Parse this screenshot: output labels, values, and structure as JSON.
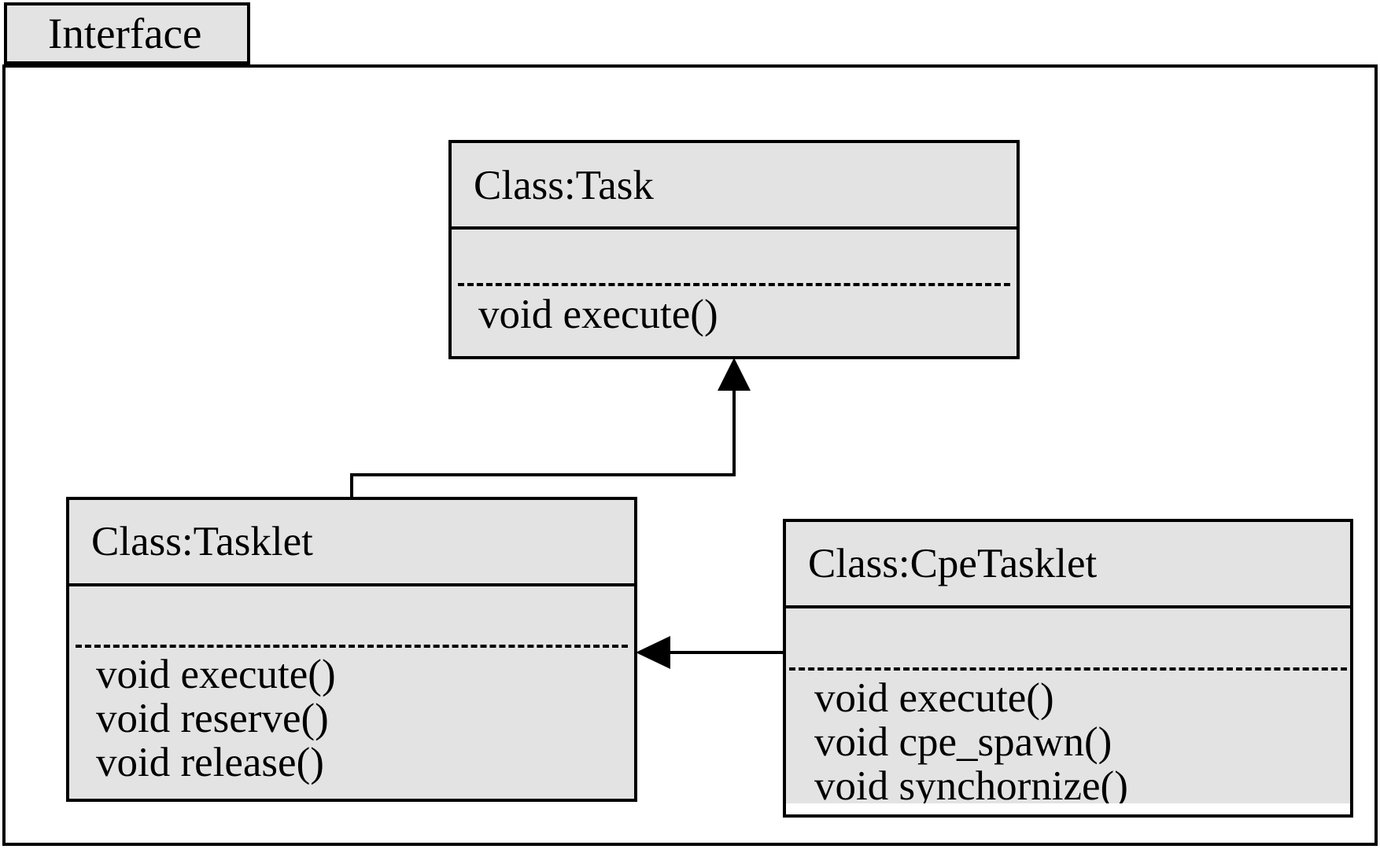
{
  "package": {
    "name": "Interface"
  },
  "classes": {
    "task": {
      "title": "Class:Task",
      "methods": [
        "void execute()"
      ]
    },
    "tasklet": {
      "title": "Class:Tasklet",
      "methods": [
        "void execute()",
        "void reserve()",
        "void release()"
      ]
    },
    "cpetasklet": {
      "title": "Class:CpeTasklet",
      "methods": [
        "void execute()",
        "void cpe_spawn()",
        "void synchornize()"
      ]
    }
  },
  "relations": [
    {
      "from": "tasklet",
      "to": "task",
      "kind": "inheritance"
    },
    {
      "from": "cpetasklet",
      "to": "tasklet",
      "kind": "inheritance"
    }
  ],
  "colors": {
    "box_fill": "#e3e3e3",
    "line": "#000000",
    "background": "#ffffff"
  }
}
